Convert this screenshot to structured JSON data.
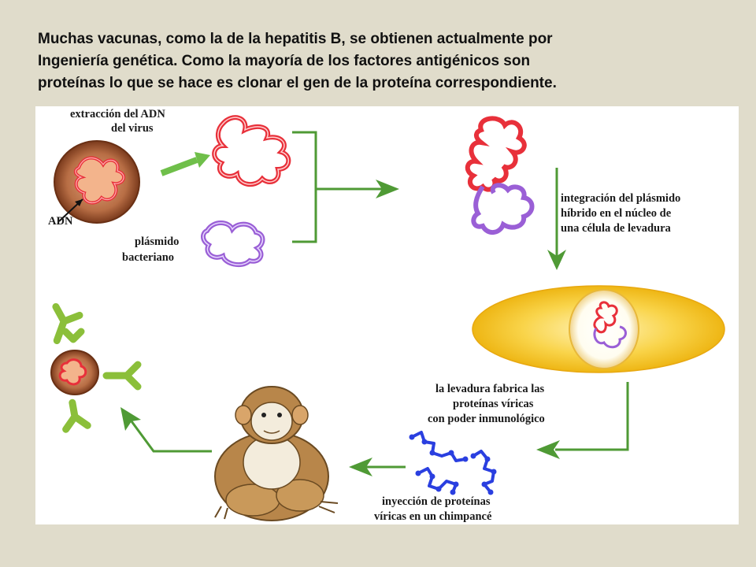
{
  "caption": {
    "lines": [
      "Muchas vacunas, como la de la hepatitis B, se obtienen actualmente por",
      "Ingeniería genética. Como la mayoría de los factores antigénicos son",
      "proteínas lo que se hace es clonar el gen de la proteína correspondiente."
    ]
  },
  "diagram": {
    "labels": {
      "extraction": [
        "extracción del ADN",
        "del virus"
      ],
      "adn": "ADN",
      "plasmid": [
        "plásmido",
        "bacteriano"
      ],
      "integration": [
        "integración del plásmido",
        "híbrido en el núcleo de",
        "una célula de levadura"
      ],
      "yeast": [
        "la levadura fabrica las",
        "proteínas víricas",
        "con poder inmunológico"
      ],
      "injection": [
        "inyección de proteínas",
        "víricas en un chimpancé"
      ]
    },
    "colors": {
      "viral_dna": "#e8303a",
      "plasmid": "#9a5fd6",
      "arrow": "#4f9a35",
      "virus_capsid": "#8b4a2a",
      "yeast_cell": "#f5c21a",
      "protein_chain": "#2a3fe0",
      "antibody": "#8bbf3a",
      "chimp": "#b8864a"
    }
  }
}
